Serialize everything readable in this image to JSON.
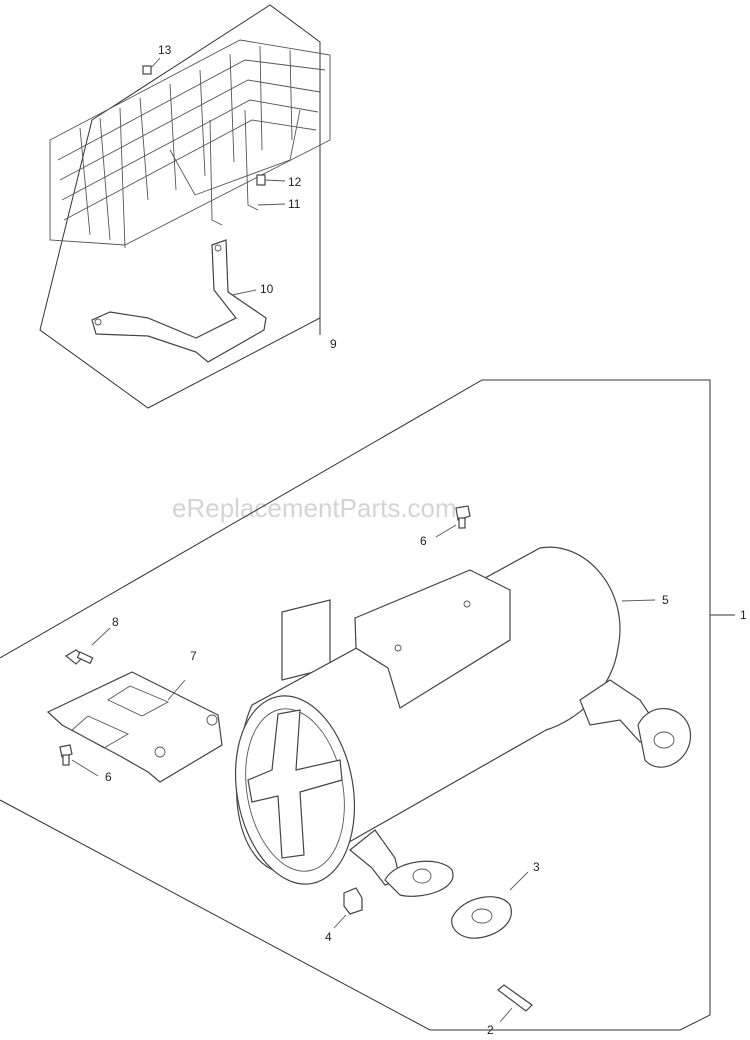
{
  "watermark": "eReplacementParts.com",
  "callouts": {
    "c1": "1",
    "c2": "2",
    "c3": "3",
    "c4": "4",
    "c5": "5",
    "c6a": "6",
    "c6b": "6",
    "c7": "7",
    "c8": "8",
    "c9": "9",
    "c10": "10",
    "c11": "11",
    "c12": "12",
    "c13": "13"
  }
}
